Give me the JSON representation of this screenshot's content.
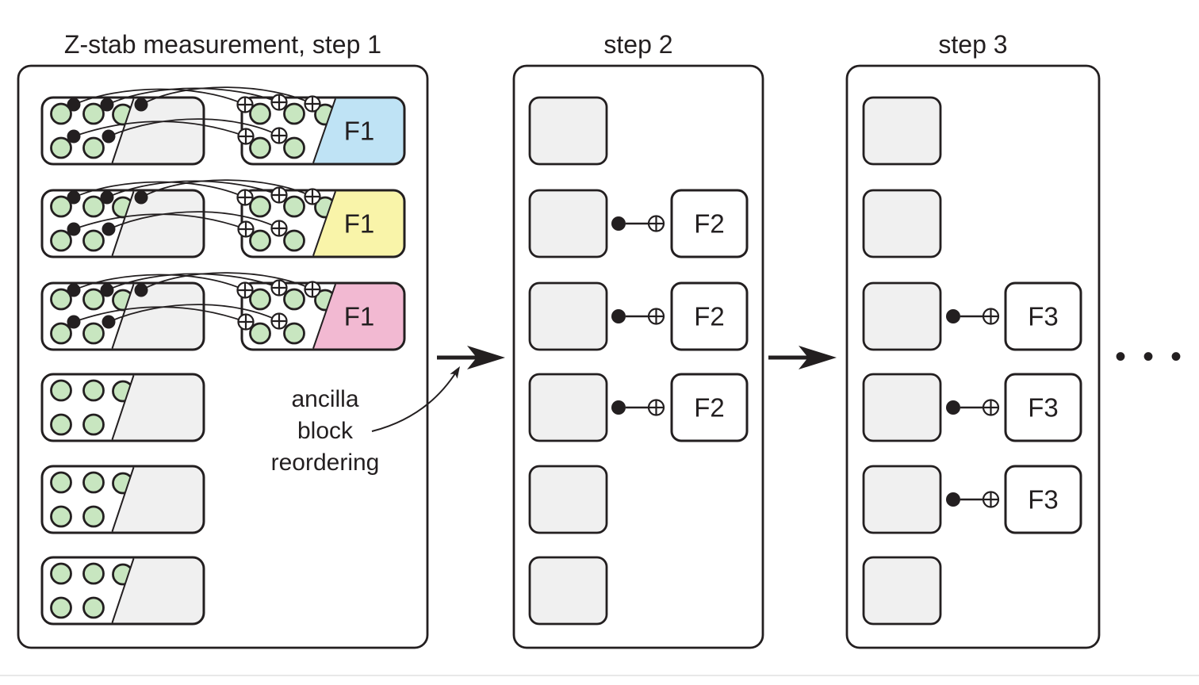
{
  "colors": {
    "ink": "#231f20",
    "block_gray": "#f0f0f0",
    "circle_green": "#c8e6c0",
    "blue": "#bfe3f5",
    "yellow": "#f9f4a9",
    "pink": "#f2b9d2",
    "page_edge_gray": "#e8e8e8"
  },
  "step1": {
    "title": "Z-stab measurement, step 1",
    "f_blocks": [
      {
        "label": "F1",
        "color": "#bfe3f5"
      },
      {
        "label": "F1",
        "color": "#f9f4a9"
      },
      {
        "label": "F1",
        "color": "#f2b9d2"
      }
    ]
  },
  "step2": {
    "title": "step 2",
    "f_blocks": [
      {
        "label": "F2",
        "color": "#bfe3f5"
      },
      {
        "label": "F2",
        "color": "#f9f4a9"
      },
      {
        "label": "F2",
        "color": "#f2b9d2"
      }
    ]
  },
  "step3": {
    "title": "step 3",
    "f_blocks": [
      {
        "label": "F3",
        "color": "#bfe3f5"
      },
      {
        "label": "F3",
        "color": "#f9f4a9"
      },
      {
        "label": "F3",
        "color": "#f2b9d2"
      }
    ]
  },
  "annotation": {
    "line1": "ancilla",
    "line2": "block",
    "line3": "reordering"
  },
  "ellipsis": "•••"
}
